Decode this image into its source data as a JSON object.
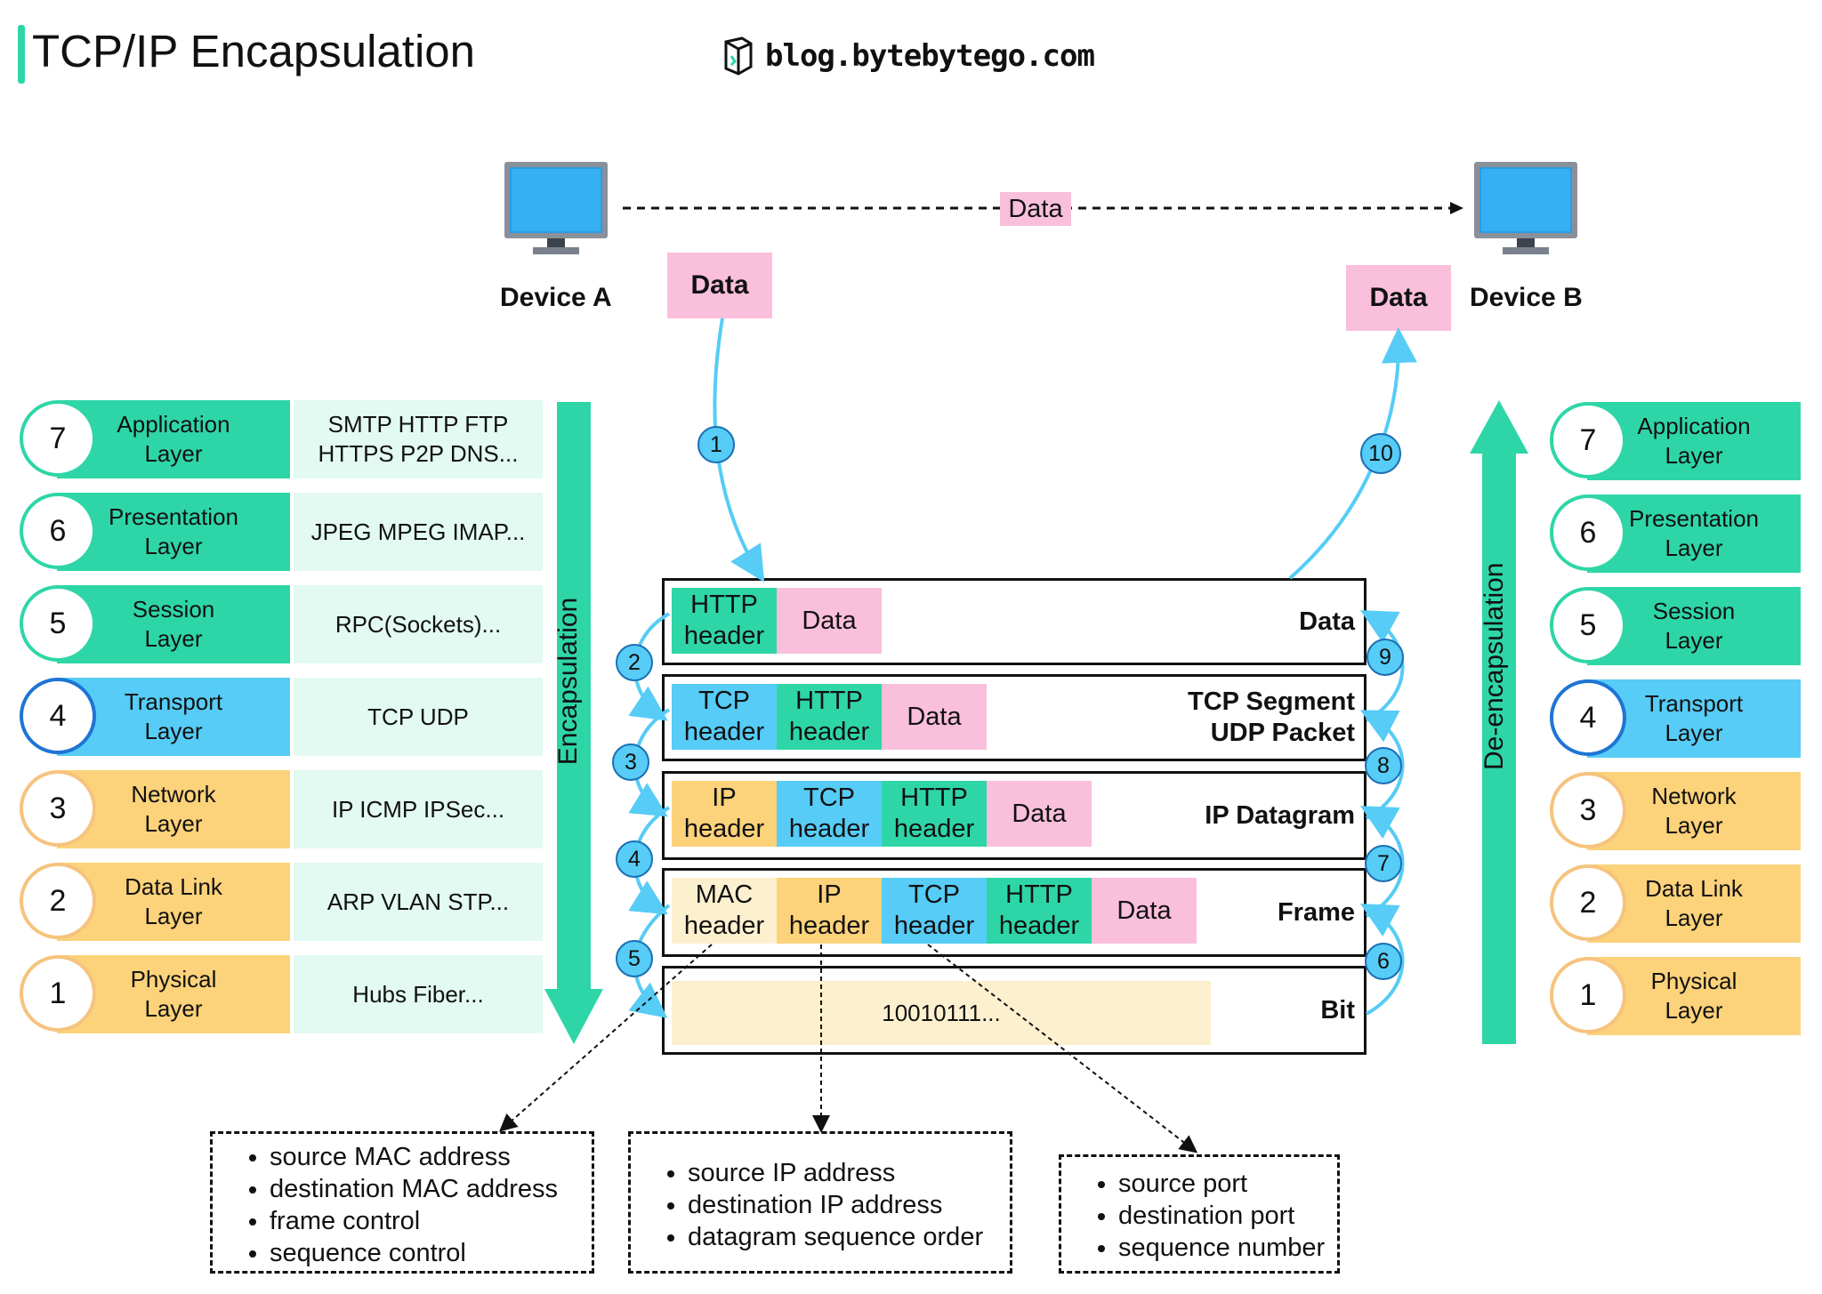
{
  "header": {
    "title": "TCP/IP Encapsulation",
    "brand": "blog.bytebytego.com"
  },
  "devices": {
    "a_label": "Device A",
    "b_label": "Device B",
    "transfer_label": "Data",
    "a_data_label": "Data",
    "b_data_label": "Data"
  },
  "left_layers": [
    {
      "num": "7",
      "name": "Application\nLayer",
      "protocols": "SMTP HTTP FTP\nHTTPS P2P DNS..."
    },
    {
      "num": "6",
      "name": "Presentation\nLayer",
      "protocols": "JPEG MPEG IMAP..."
    },
    {
      "num": "5",
      "name": "Session\nLayer",
      "protocols": "RPC(Sockets)..."
    },
    {
      "num": "4",
      "name": "Transport\nLayer",
      "protocols": "TCP UDP"
    },
    {
      "num": "3",
      "name": "Network\nLayer",
      "protocols": "IP ICMP IPSec..."
    },
    {
      "num": "2",
      "name": "Data Link\nLayer",
      "protocols": "ARP VLAN STP..."
    },
    {
      "num": "1",
      "name": "Physical\nLayer",
      "protocols": "Hubs Fiber..."
    }
  ],
  "right_layers": [
    {
      "num": "7",
      "name": "Application\nLayer"
    },
    {
      "num": "6",
      "name": "Presentation\nLayer"
    },
    {
      "num": "5",
      "name": "Session\nLayer"
    },
    {
      "num": "4",
      "name": "Transport\nLayer"
    },
    {
      "num": "3",
      "name": "Network\nLayer"
    },
    {
      "num": "2",
      "name": "Data Link\nLayer"
    },
    {
      "num": "1",
      "name": "Physical\nLayer"
    }
  ],
  "arrows": {
    "left_label": "Encapsulation",
    "right_label": "De-encapsulation"
  },
  "stack": {
    "data_row": {
      "http_header": "HTTP\nheader",
      "data": "Data",
      "label": "Data"
    },
    "segment_row": {
      "tcp_header": "TCP\nheader",
      "http_header": "HTTP\nheader",
      "data": "Data",
      "label": "TCP Segment\nUDP Packet"
    },
    "datagram_row": {
      "ip_header": "IP\nheader",
      "tcp_header": "TCP\nheader",
      "http_header": "HTTP\nheader",
      "data": "Data",
      "label": "IP Datagram"
    },
    "frame_row": {
      "mac_header": "MAC\nheader",
      "ip_header": "IP\nheader",
      "tcp_header": "TCP\nheader",
      "http_header": "HTTP\nheader",
      "data": "Data",
      "label": "Frame"
    },
    "bit_row": {
      "bits": "10010111...",
      "label": "Bit"
    }
  },
  "steps": [
    "1",
    "2",
    "3",
    "4",
    "5",
    "6",
    "7",
    "8",
    "9",
    "10"
  ],
  "info_boxes": {
    "mac": [
      "source MAC address",
      "destination MAC address",
      "frame control",
      "sequence control"
    ],
    "ip": [
      "source IP address",
      "destination IP address",
      "datagram sequence order"
    ],
    "tcp": [
      "source port",
      "destination port",
      "sequence number"
    ]
  },
  "colors": {
    "green": "#2ed6a7",
    "blue": "#56ccf6",
    "orange": "#fcd27a",
    "pink": "#f9bfdb",
    "light_green": "#e2faf1",
    "cream": "#fdf0cf"
  }
}
